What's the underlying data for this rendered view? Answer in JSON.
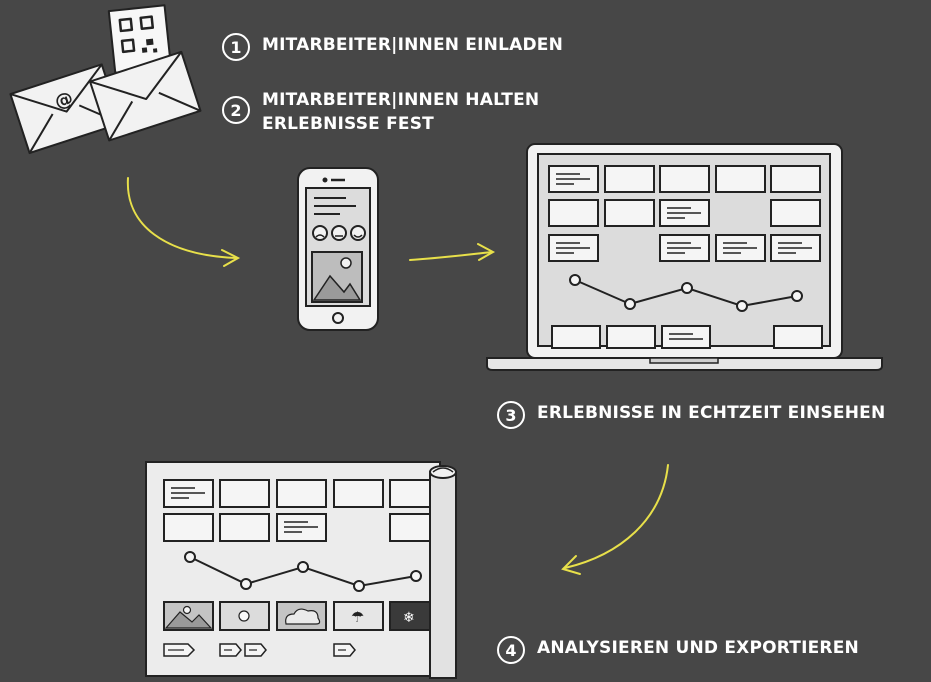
{
  "steps": [
    {
      "number": "1",
      "lines": [
        "MITARBEITER|INNEN EINLADEN"
      ]
    },
    {
      "number": "2",
      "lines": [
        "MITARBEITER|INNEN HALTEN",
        "ERLEBNISSE FEST"
      ]
    },
    {
      "number": "3",
      "lines": [
        "ERLEBNISSE IN ECHTZEIT EINSEHEN"
      ]
    },
    {
      "number": "4",
      "lines": [
        "ANALYSIEREN UND EXPORTIEREN"
      ]
    }
  ],
  "envelope_symbol": "@",
  "icons": {
    "envelopes": "envelope-icon",
    "qr": "qr-code-icon",
    "phone": "smartphone-icon",
    "laptop": "laptop-icon",
    "scroll": "report-scroll-icon",
    "arrows": "arrow-icon"
  },
  "colors": {
    "background": "#474747",
    "arrow": "#e8e04a",
    "outline": "#222222",
    "panel": "#e6e6e6"
  }
}
